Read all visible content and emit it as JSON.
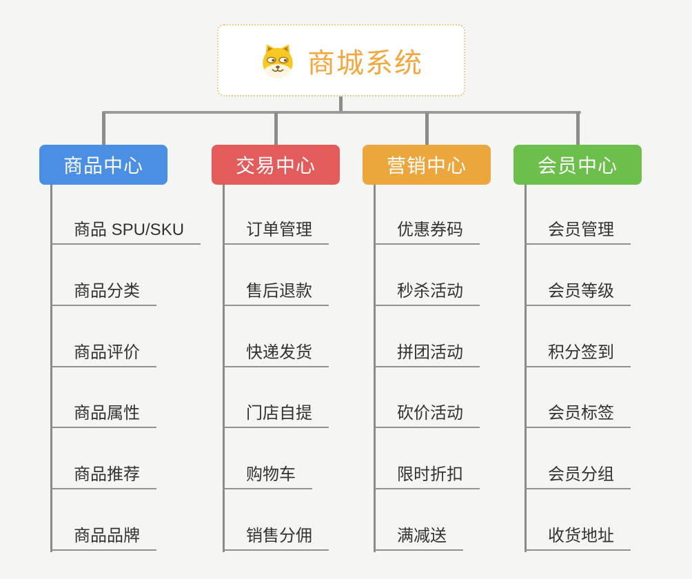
{
  "root": {
    "title": "商城系统",
    "icon": "doge-icon",
    "title_color": "#f3a73f",
    "border_color": "#f4c886"
  },
  "connector_color": "#8c8c8c",
  "branches": [
    {
      "label": "商品中心",
      "color": "#4a8fe4",
      "items": [
        "商品 SPU/SKU",
        "商品分类",
        "商品评价",
        "商品属性",
        "商品推荐",
        "商品品牌"
      ]
    },
    {
      "label": "交易中心",
      "color": "#e25c5c",
      "items": [
        "订单管理",
        "售后退款",
        "快递发货",
        "门店自提",
        "购物车",
        "销售分佣"
      ]
    },
    {
      "label": "营销中心",
      "color": "#eba73d",
      "items": [
        "优惠券码",
        "秒杀活动",
        "拼团活动",
        "砍价活动",
        "限时折扣",
        "满减送"
      ]
    },
    {
      "label": "会员中心",
      "color": "#6cbf4a",
      "items": [
        "会员管理",
        "会员等级",
        "积分签到",
        "会员标签",
        "会员分组",
        "收货地址"
      ]
    }
  ]
}
